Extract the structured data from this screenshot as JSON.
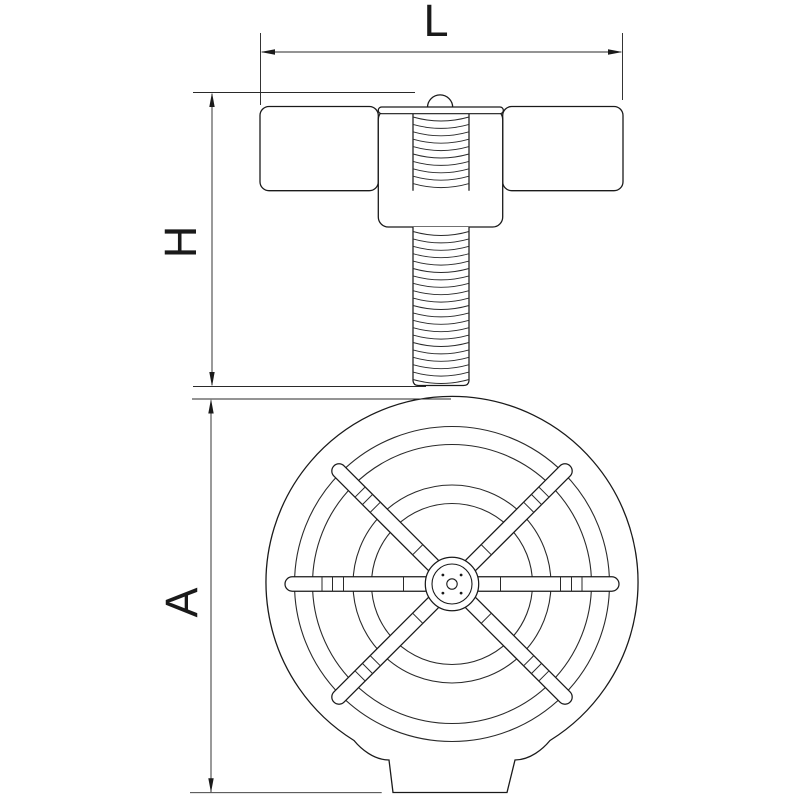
{
  "drawing": {
    "background": "#ffffff",
    "line_color": "#1a1a1a",
    "thin_line_color": "#2a2a2a",
    "dimensions": {
      "length": {
        "label": "L"
      },
      "height": {
        "label": "H"
      },
      "wheel": {
        "label": "A"
      }
    }
  }
}
